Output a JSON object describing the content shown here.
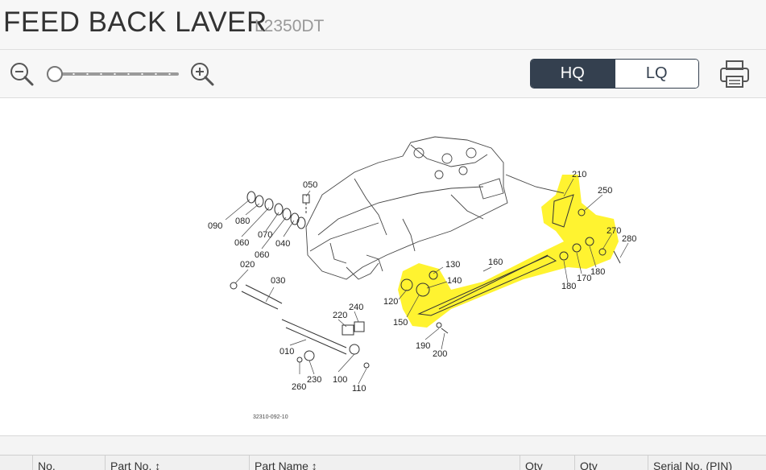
{
  "header": {
    "title": "FEED BACK LAVER",
    "model": "L2350DT"
  },
  "toolbar": {
    "zoom_out_icon": "zoom-out-icon",
    "zoom_in_icon": "zoom-in-icon",
    "zoom_level": 0,
    "quality": {
      "options": [
        "HQ",
        "LQ"
      ],
      "selected": "HQ"
    },
    "print_icon": "printer-icon"
  },
  "diagram": {
    "caption": "32310-092-10",
    "highlight_color": "#fff21a",
    "parts": [
      "010",
      "020",
      "030",
      "040",
      "050",
      "060",
      "060",
      "070",
      "080",
      "090",
      "100",
      "110",
      "120",
      "130",
      "140",
      "150",
      "160",
      "170",
      "180",
      "180",
      "190",
      "200",
      "210",
      "220",
      "230",
      "240",
      "250",
      "260",
      "270",
      "280"
    ]
  },
  "table": {
    "columns": [
      "No.",
      "Part No. ↕",
      "Part Name ↕",
      "Qty",
      "Qty",
      "Serial No. (PIN)"
    ]
  }
}
